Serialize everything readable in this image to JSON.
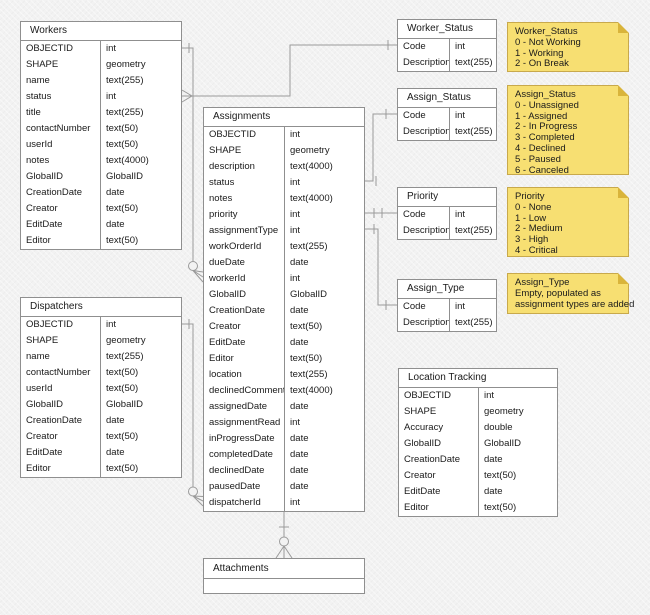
{
  "palette": {
    "background": "#f2f2f2",
    "table_fill": "#ffffff",
    "table_border": "#8f8f8f",
    "connector_line": "#9a9a9a",
    "note_fill": "#f7df72",
    "note_fold": "#d9b43b",
    "note_border": "#c8a94c",
    "text": "#1a1a1a"
  },
  "entities": {
    "workers": {
      "title": "Workers",
      "fields": [
        {
          "name": "OBJECTID",
          "type": "int"
        },
        {
          "name": "SHAPE",
          "type": "geometry"
        },
        {
          "name": "name",
          "type": "text(255)"
        },
        {
          "name": "status",
          "type": "int"
        },
        {
          "name": "title",
          "type": "text(255)"
        },
        {
          "name": "contactNumber",
          "type": "text(50)"
        },
        {
          "name": "userId",
          "type": "text(50)"
        },
        {
          "name": "notes",
          "type": "text(4000)"
        },
        {
          "name": "GlobalID",
          "type": "GlobalID"
        },
        {
          "name": "CreationDate",
          "type": "date"
        },
        {
          "name": "Creator",
          "type": "text(50)"
        },
        {
          "name": "EditDate",
          "type": "date"
        },
        {
          "name": "Editor",
          "type": "text(50)"
        }
      ]
    },
    "dispatchers": {
      "title": "Dispatchers",
      "fields": [
        {
          "name": "OBJECTID",
          "type": "int"
        },
        {
          "name": "SHAPE",
          "type": "geometry"
        },
        {
          "name": "name",
          "type": "text(255)"
        },
        {
          "name": "contactNumber",
          "type": "text(50)"
        },
        {
          "name": "userId",
          "type": "text(50)"
        },
        {
          "name": "GlobalID",
          "type": "GlobalID"
        },
        {
          "name": "CreationDate",
          "type": "date"
        },
        {
          "name": "Creator",
          "type": "text(50)"
        },
        {
          "name": "EditDate",
          "type": "date"
        },
        {
          "name": "Editor",
          "type": "text(50)"
        }
      ]
    },
    "assignments": {
      "title": "Assignments",
      "fields": [
        {
          "name": "OBJECTID",
          "type": "int"
        },
        {
          "name": "SHAPE",
          "type": "geometry"
        },
        {
          "name": "description",
          "type": "text(4000)"
        },
        {
          "name": "status",
          "type": "int"
        },
        {
          "name": "notes",
          "type": "text(4000)"
        },
        {
          "name": "priority",
          "type": "int"
        },
        {
          "name": "assignmentType",
          "type": "int"
        },
        {
          "name": "workOrderId",
          "type": "text(255)"
        },
        {
          "name": "dueDate",
          "type": "date"
        },
        {
          "name": "workerId",
          "type": "int"
        },
        {
          "name": "GlobalID",
          "type": "GlobalID"
        },
        {
          "name": "CreationDate",
          "type": "date"
        },
        {
          "name": "Creator",
          "type": "text(50)"
        },
        {
          "name": "EditDate",
          "type": "date"
        },
        {
          "name": "Editor",
          "type": "text(50)"
        },
        {
          "name": "location",
          "type": "text(255)"
        },
        {
          "name": "declinedComment",
          "type": "text(4000)"
        },
        {
          "name": "assignedDate",
          "type": "date"
        },
        {
          "name": "assignmentRead",
          "type": "int"
        },
        {
          "name": "inProgressDate",
          "type": "date"
        },
        {
          "name": "completedDate",
          "type": "date"
        },
        {
          "name": "declinedDate",
          "type": "date"
        },
        {
          "name": "pausedDate",
          "type": "date"
        },
        {
          "name": "dispatcherId",
          "type": "int"
        }
      ]
    },
    "worker_status": {
      "title": "Worker_Status",
      "fields": [
        {
          "name": "Code",
          "type": "int"
        },
        {
          "name": "Description",
          "type": "text(255)"
        }
      ]
    },
    "assign_status": {
      "title": "Assign_Status",
      "fields": [
        {
          "name": "Code",
          "type": "int"
        },
        {
          "name": "Description",
          "type": "text(255)"
        }
      ]
    },
    "priority": {
      "title": "Priority",
      "fields": [
        {
          "name": "Code",
          "type": "int"
        },
        {
          "name": "Description",
          "type": "text(255)"
        }
      ]
    },
    "assign_type": {
      "title": "Assign_Type",
      "fields": [
        {
          "name": "Code",
          "type": "int"
        },
        {
          "name": "Description",
          "type": "text(255)"
        }
      ]
    },
    "location_tracking": {
      "title": "Location Tracking",
      "fields": [
        {
          "name": "OBJECTID",
          "type": "int"
        },
        {
          "name": "SHAPE",
          "type": "geometry"
        },
        {
          "name": "Accuracy",
          "type": "double"
        },
        {
          "name": "GlobalID",
          "type": "GlobalID"
        },
        {
          "name": "CreationDate",
          "type": "date"
        },
        {
          "name": "Creator",
          "type": "text(50)"
        },
        {
          "name": "EditDate",
          "type": "date"
        },
        {
          "name": "Editor",
          "type": "text(50)"
        }
      ]
    },
    "attachments": {
      "title": "Attachments",
      "fields": [],
      "empty_rows": 1
    }
  },
  "notes": {
    "worker_status": {
      "title": "Worker_Status",
      "lines": [
        "0 - Not Working",
        "1 - Working",
        "2 - On Break"
      ]
    },
    "assign_status": {
      "title": "Assign_Status",
      "lines": [
        "0 - Unassigned",
        "1 - Assigned",
        "2 - In Progress",
        "3 - Completed",
        "4 - Declined",
        "5 - Paused",
        "6 - Canceled"
      ]
    },
    "priority": {
      "title": "Priority",
      "lines": [
        "0 - None",
        "1 - Low",
        "2 - Medium",
        "3 - High",
        "4 - Critical"
      ]
    },
    "assign_type": {
      "title": "Assign_Type",
      "lines": [
        "Empty, populated as",
        "assignment types are added"
      ]
    }
  }
}
